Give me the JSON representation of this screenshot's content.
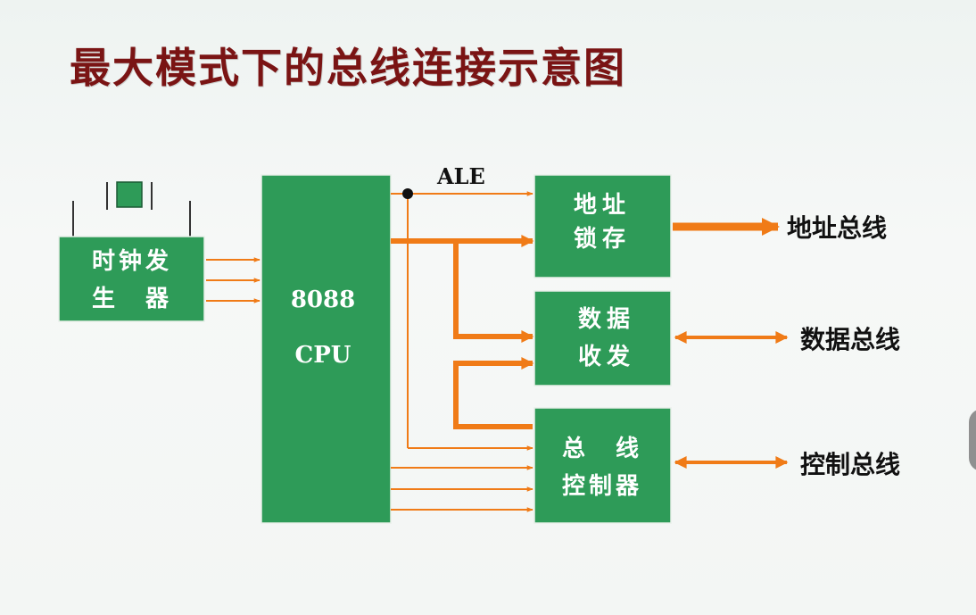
{
  "title": "最大模式下的总线连接示意图",
  "clock": {
    "line1": "时钟发",
    "line2": "生　器"
  },
  "cpu": {
    "line1": "8088",
    "line2": "CPU"
  },
  "ale_label": "ALE",
  "address_latch": {
    "line1": "地址",
    "line2": "锁存"
  },
  "data_transceiver": {
    "line1": "数据",
    "line2": "收发"
  },
  "bus_controller": {
    "line1": "总　线",
    "line2": "控制器"
  },
  "buses": {
    "address": "地址总线",
    "data": "数据总线",
    "control": "控制总线"
  },
  "colors": {
    "box_fill": "#2e9b58",
    "arrow": "#f07b17",
    "title": "#7a1414"
  }
}
